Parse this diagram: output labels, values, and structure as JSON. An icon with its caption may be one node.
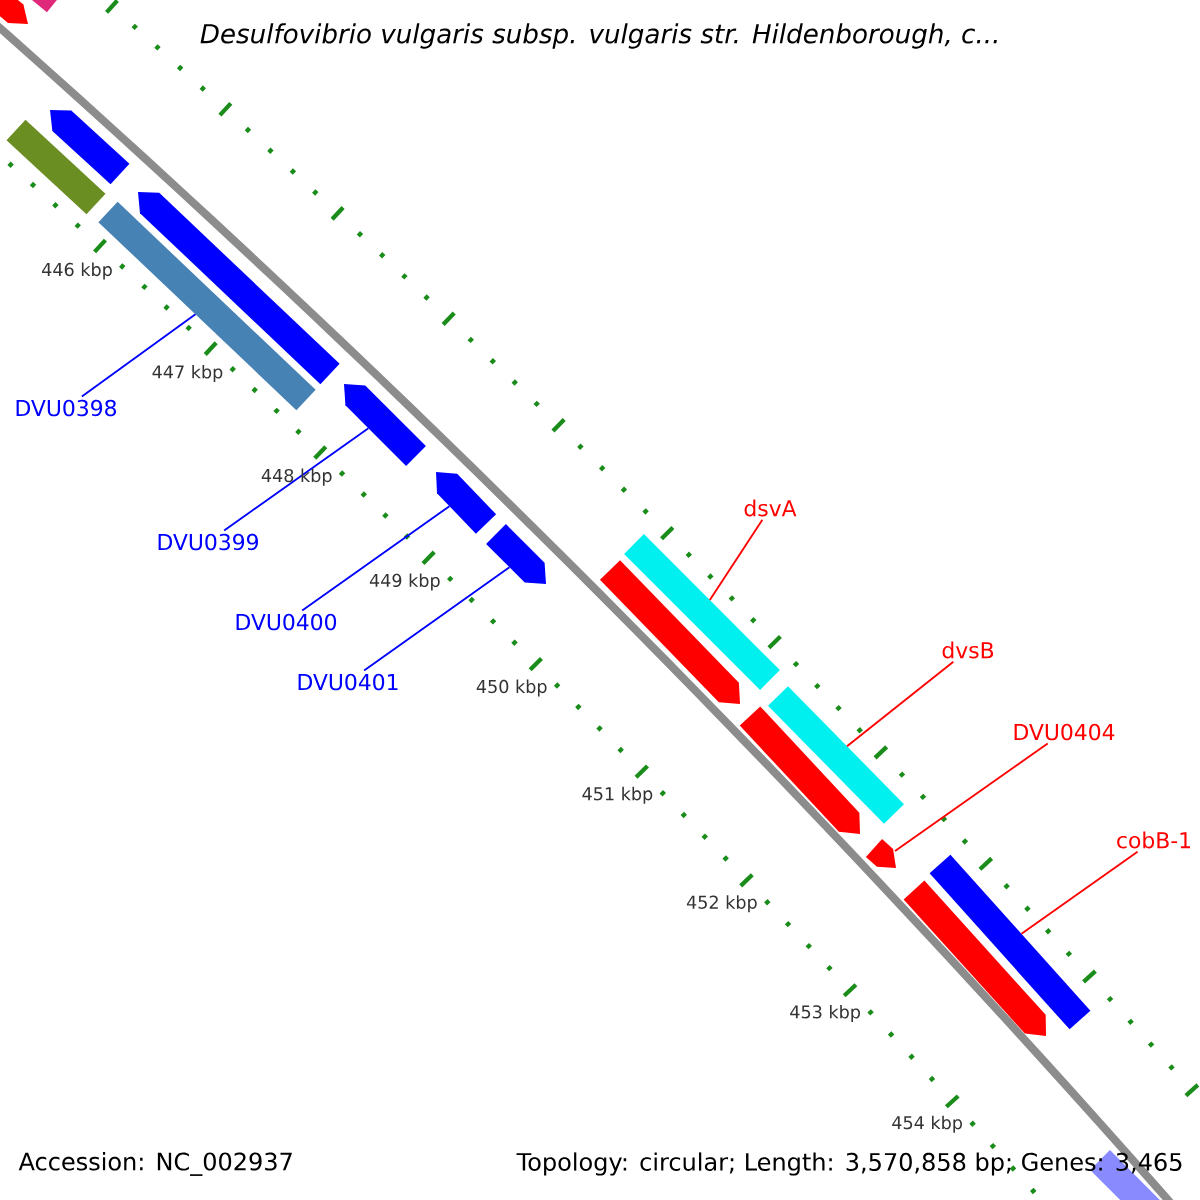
{
  "diagram": {
    "title": "Desulfovibrio vulgaris subsp. vulgaris str. Hildenborough, c...",
    "nodes": [
      {
        "text": [],
        "shape": "pentagon"
      },
      {
        "text": [],
        "shape": "bar"
      },
      {
        "text": [],
        "shape": "pentagon"
      },
      {
        "text": [],
        "shape": "bar"
      },
      {
        "text": [],
        "shape": "pentagon"
      },
      {
        "text": [],
        "shape": "bar"
      },
      {
        "text": [],
        "shape": "pentagon"
      },
      {
        "text": [],
        "shape": "pentagon"
      },
      {
        "text": [],
        "shape": "pentagon"
      },
      {
        "text": [],
        "shape": "bar"
      },
      {
        "text": [],
        "shape": "bar"
      },
      {
        "text": [],
        "shape": "pentagon"
      },
      {
        "text": [],
        "shape": "pentagon"
      },
      {
        "text": [],
        "shape": "pentagon"
      },
      {
        "text": [],
        "shape": "bar"
      },
      {
        "text": [],
        "shape": "pentagon"
      },
      {
        "text": [],
        "shape": "bar"
      },
      {
        "text": [
          "DVU0398"
        ]
      },
      {
        "text": [
          "DVU0399"
        ]
      },
      {
        "text": [
          "DVU0400"
        ]
      },
      {
        "text": [
          "DVU0401"
        ]
      },
      {
        "text": [
          "dsvA"
        ]
      },
      {
        "text": [
          "dvsB"
        ]
      },
      {
        "text": [
          "DVU0404"
        ]
      },
      {
        "text": [
          "cobB-1"
        ]
      }
    ],
    "edges": [
      {
        "from": 17,
        "to": 5,
        "arrow": "none",
        "color": "#0000ff"
      },
      {
        "from": 18,
        "to": 6,
        "arrow": "none",
        "color": "#0000ff"
      },
      {
        "from": 19,
        "to": 7,
        "arrow": "none",
        "color": "#0000ff"
      },
      {
        "from": 20,
        "to": 8,
        "arrow": "none",
        "color": "#0000ff"
      },
      {
        "from": 21,
        "to": 9,
        "arrow": "none",
        "color": "#ff0000"
      },
      {
        "from": 22,
        "to": 10,
        "arrow": "none",
        "color": "#ff0000"
      },
      {
        "from": 23,
        "to": 13,
        "arrow": "none",
        "color": "#ff0000"
      },
      {
        "from": 24,
        "to": 14,
        "arrow": "none",
        "color": "#ff0000"
      }
    ],
    "labels": [
      "446 kbp",
      "447 kbp",
      "448 kbp",
      "449 kbp",
      "450 kbp",
      "451 kbp",
      "452 kbp",
      "453 kbp",
      "454 kbp",
      "Accession: NC_002937",
      "Topology: circular; Length: 3,570,858 bp; Genes: 3,465"
    ]
  }
}
